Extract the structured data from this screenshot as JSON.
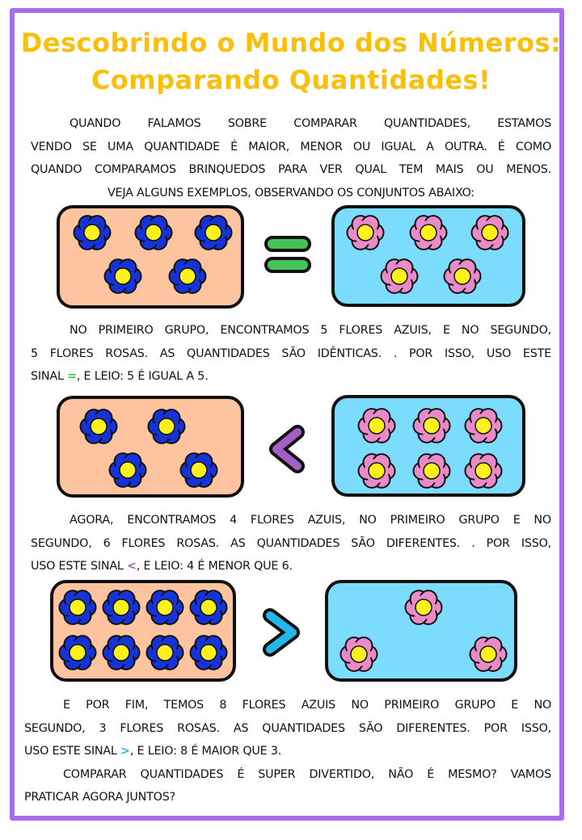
{
  "title": {
    "line1": "Descobrindo o Mundo dos Números:",
    "line2": "Comparando Quantidades!"
  },
  "intro": {
    "line1": "QUANDO FALAMOS SOBRE COMPARAR QUANTIDADES, ESTAMOS",
    "line2": "VENDO SE UMA QUANTIDADE É MAIOR, MENOR OU IGUAL A OUTRA. É COMO",
    "line3": "QUANDO COMPARAMOS BRINQUEDOS PARA VER QUAL TEM MAIS OU MENOS.",
    "line4": "VEJA ALGUNS EXEMPLOS, OBSERVANDO OS CONJUNTOS ABAIXO:"
  },
  "examples": [
    {
      "left_count": 5,
      "left_color": "blue",
      "right_count": 5,
      "right_color": "pink",
      "sign": "=",
      "sign_name": "equals-sign",
      "text": {
        "line1": "NO PRIMEIRO GRUPO, ENCONTRAMOS 5 FLORES AZUIS, E NO SEGUNDO,",
        "line2": "5 FLORES ROSAS. AS QUANTIDADES SÃO IDÊNTICAS. . POR ISSO, USO ESTE",
        "line3_pre": "SINAL ",
        "line3_sym": "=",
        "line3_post": ", E LEIO: 5 É IGUAL A 5."
      }
    },
    {
      "left_count": 4,
      "left_color": "blue",
      "right_count": 6,
      "right_color": "pink",
      "sign": "<",
      "sign_name": "less-than-sign",
      "text": {
        "line1": "AGORA, ENCONTRAMOS 4 FLORES AZUIS, NO PRIMEIRO GRUPO E NO",
        "line2": "SEGUNDO, 6 FLORES ROSAS. AS QUANTIDADES SÃO DIFERENTES. . POR ISSO,",
        "line3_pre": "USO ESTE SINAL ",
        "line3_sym": "<",
        "line3_post": ", E LEIO: 4 É MENOR QUE 6."
      }
    },
    {
      "left_count": 8,
      "left_color": "blue",
      "right_count": 3,
      "right_color": "pink",
      "sign": ">",
      "sign_name": "greater-than-sign",
      "text": {
        "line1": "E POR FIM, TEMOS 8 FLORES AZUIS NO PRIMEIRO GRUPO E NO",
        "line2": "SEGUNDO, 3 FLORES ROSAS. AS QUANTIDADES SÃO DIFERENTES. POR ISSO,",
        "line3_pre": "USO ESTE SINAL ",
        "line3_sym": ">",
        "line3_post": ", E LEIO: 8 É MAIOR QUE 3."
      }
    }
  ],
  "closing": {
    "line1": "COMPARAR QUANTIDADES É SUPER DIVERTIDO, NÃO É MESMO? VAMOS",
    "line2": "PRATICAR AGORA JUNTOS?"
  },
  "colors": {
    "frame": "#a96cf0",
    "title": "#fbbf0a",
    "left_box": "#fec39f",
    "right_box": "#7cdcfd",
    "blue_petal": "#1533d6",
    "pink_petal": "#e98bc8",
    "flower_center": "#fff21c",
    "equals": "#46c356",
    "less_than": "#a25fc6",
    "greater_than": "#22b9ea"
  }
}
